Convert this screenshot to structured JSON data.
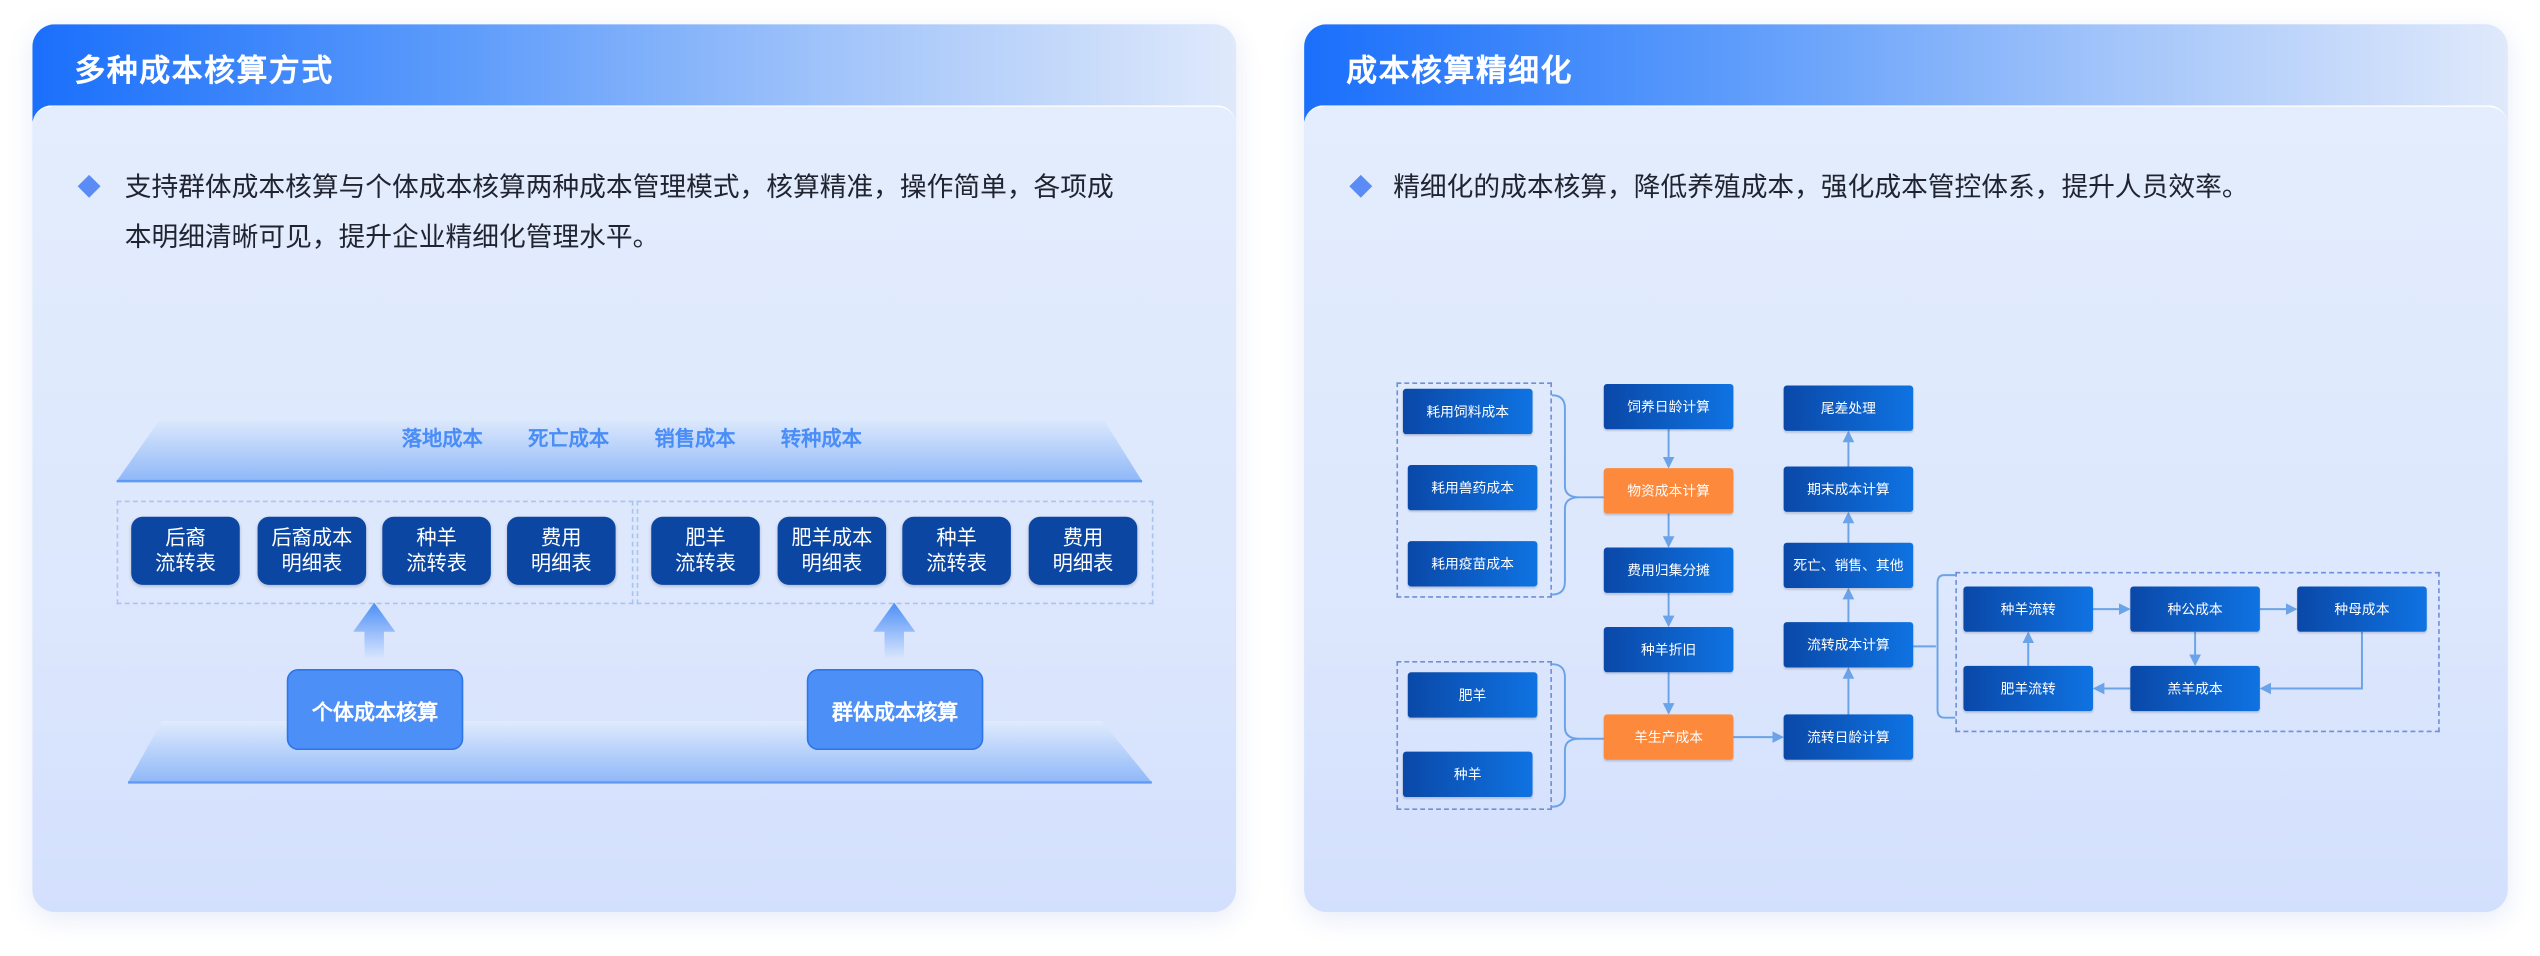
{
  "left_card": {
    "title": "多种成本核算方式",
    "description_line1": "支持群体成本核算与个体成本核算两种成本管理模式，核算精准，操作简单，各项成",
    "description_line2": "本明细清晰可见，提升企业精细化管理水平。",
    "top_labels": [
      "落地成本",
      "死亡成本",
      "销售成本",
      "转种成本"
    ],
    "individual_group": [
      {
        "line1": "后裔",
        "line2": "流转表"
      },
      {
        "line1": "后裔成本",
        "line2": "明细表"
      },
      {
        "line1": "种羊",
        "line2": "流转表"
      },
      {
        "line1": "费用",
        "line2": "明细表"
      }
    ],
    "group_group": [
      {
        "line1": "肥羊",
        "line2": "流转表"
      },
      {
        "line1": "肥羊成本",
        "line2": "明细表"
      },
      {
        "line1": "种羊",
        "line2": "流转表"
      },
      {
        "line1": "费用",
        "line2": "明细表"
      }
    ],
    "base_buttons": [
      "个体成本核算",
      "群体成本核算"
    ]
  },
  "right_card": {
    "title": "成本核算精细化",
    "description": "精细化的成本核算，降低养殖成本，强化成本管控体系，提升人员效率。",
    "inputs_materials": [
      "耗用饲料成本",
      "耗用兽药成本",
      "耗用疫苗成本"
    ],
    "inputs_sheep": [
      "肥羊",
      "种羊"
    ],
    "column2": [
      "饲养日龄计算",
      "物资成本计算",
      "费用归集分摊",
      "种羊折旧",
      "羊生产成本"
    ],
    "column3": [
      "尾差处理",
      "期末成本计算",
      "死亡、销售、其他",
      "流转成本计算",
      "流转日龄计算"
    ],
    "cycle": [
      "种羊流转",
      "种公成本",
      "种母成本",
      "肥羊流转",
      "羔羊成本"
    ],
    "colors": {
      "node_blue": "#0f5fcf",
      "node_orange": "#fd8a3c",
      "line": "#6aa3e8"
    }
  }
}
